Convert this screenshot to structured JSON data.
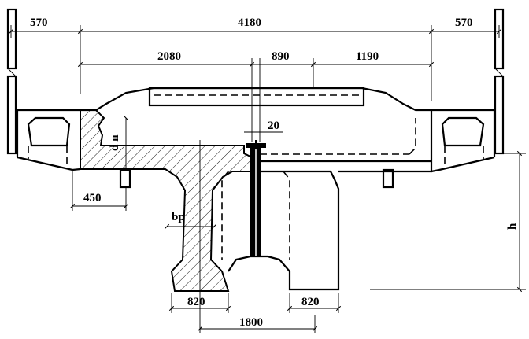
{
  "dimensions": {
    "left_cantilever": "570",
    "total_width": "4180",
    "right_cantilever": "570",
    "left_span": "2080",
    "middle_span": "890",
    "right_span": "1190",
    "joint_gap": "20",
    "slab_thickness": "d п",
    "left_overhang": "450",
    "web_thickness": "bp",
    "left_web_width": "820",
    "right_web_width": "820",
    "web_spacing": "1800",
    "girder_height": "h"
  },
  "colors": {
    "line": "#000000",
    "background": "#ffffff"
  }
}
